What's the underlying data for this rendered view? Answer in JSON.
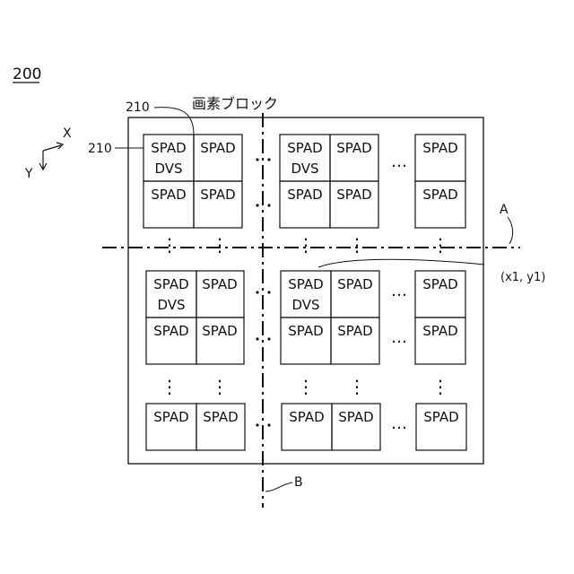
{
  "figure_number": "200",
  "pixel_block_label": "画素ブロック",
  "ref_210_top": "210",
  "ref_210_left": "210",
  "axis_x": "X",
  "axis_y": "Y",
  "line_a_label": "A",
  "line_b_label": "B",
  "coordinate_label": "(x1,  y1)",
  "cell_spad": "SPAD",
  "cell_dvs": "DVS",
  "ellipsis": "…",
  "vdots": "⋮"
}
